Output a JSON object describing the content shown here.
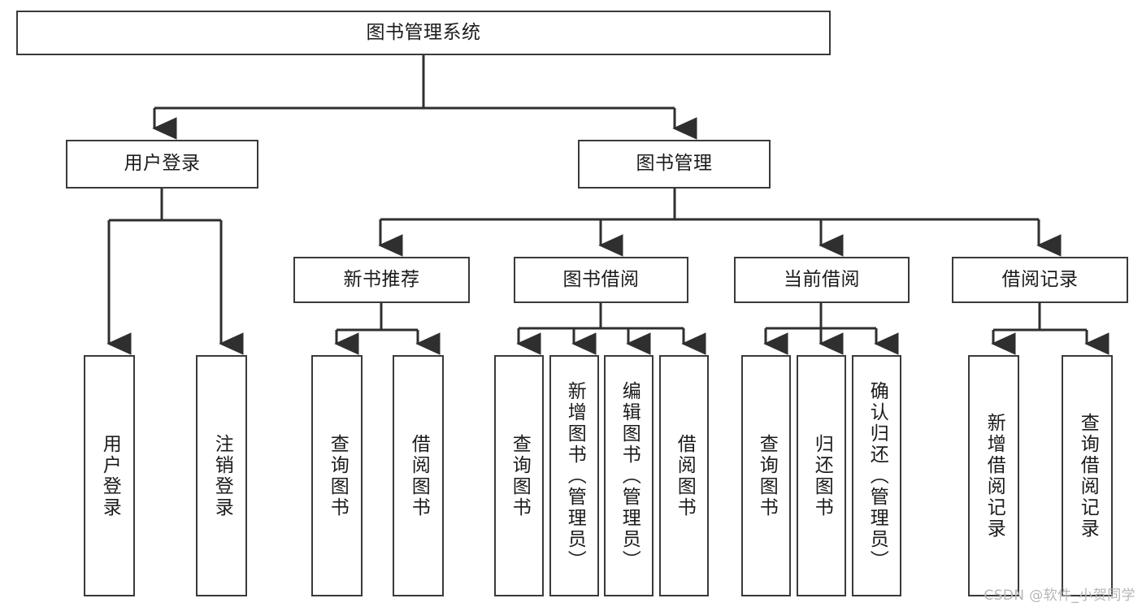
{
  "diagram": {
    "type": "tree",
    "title": "图书管理系统",
    "orientation": "top-down",
    "colors": {
      "box_border": "#3a3a3a",
      "box_fill": "#ffffff",
      "edge": "#2f2f2f",
      "text": "#1b1b1b",
      "watermark": "#b6b6b6",
      "background": "#ffffff"
    },
    "nodes": {
      "root": {
        "label": "图书管理系统"
      },
      "level1": [
        {
          "id": "user-login",
          "label": "用户登录"
        },
        {
          "id": "book-management",
          "label": "图书管理"
        }
      ],
      "level2": [
        {
          "id": "new-book-recommend",
          "label": "新书推荐"
        },
        {
          "id": "book-borrow",
          "label": "图书借阅"
        },
        {
          "id": "current-borrow",
          "label": "当前借阅"
        },
        {
          "id": "borrow-record",
          "label": "借阅记录"
        }
      ],
      "leaves": {
        "user-login": [
          {
            "id": "leaf-user-login",
            "label": "用户登录"
          },
          {
            "id": "leaf-logout-login",
            "label": "注销登录"
          }
        ],
        "new-book-recommend": [
          {
            "id": "leaf-query-book-1",
            "label": "查询图书"
          },
          {
            "id": "leaf-borrow-book-1",
            "label": "借阅图书"
          }
        ],
        "book-borrow": [
          {
            "id": "leaf-query-book-2",
            "label": "查询图书"
          },
          {
            "id": "leaf-add-book",
            "label": "新增图书（管理员）"
          },
          {
            "id": "leaf-edit-book",
            "label": "编辑图书（管理员）"
          },
          {
            "id": "leaf-borrow-book-2",
            "label": "借阅图书"
          }
        ],
        "current-borrow": [
          {
            "id": "leaf-query-book-3",
            "label": "查询图书"
          },
          {
            "id": "leaf-return-book",
            "label": "归还图书"
          },
          {
            "id": "leaf-confirm-return",
            "label": "确认归还（管理员）"
          }
        ],
        "borrow-record": [
          {
            "id": "leaf-add-record",
            "label": "新增借阅记录"
          },
          {
            "id": "leaf-query-record",
            "label": "查询借阅记录"
          }
        ]
      }
    }
  },
  "watermark": {
    "text": "CSDN @软件_小贺同学"
  }
}
